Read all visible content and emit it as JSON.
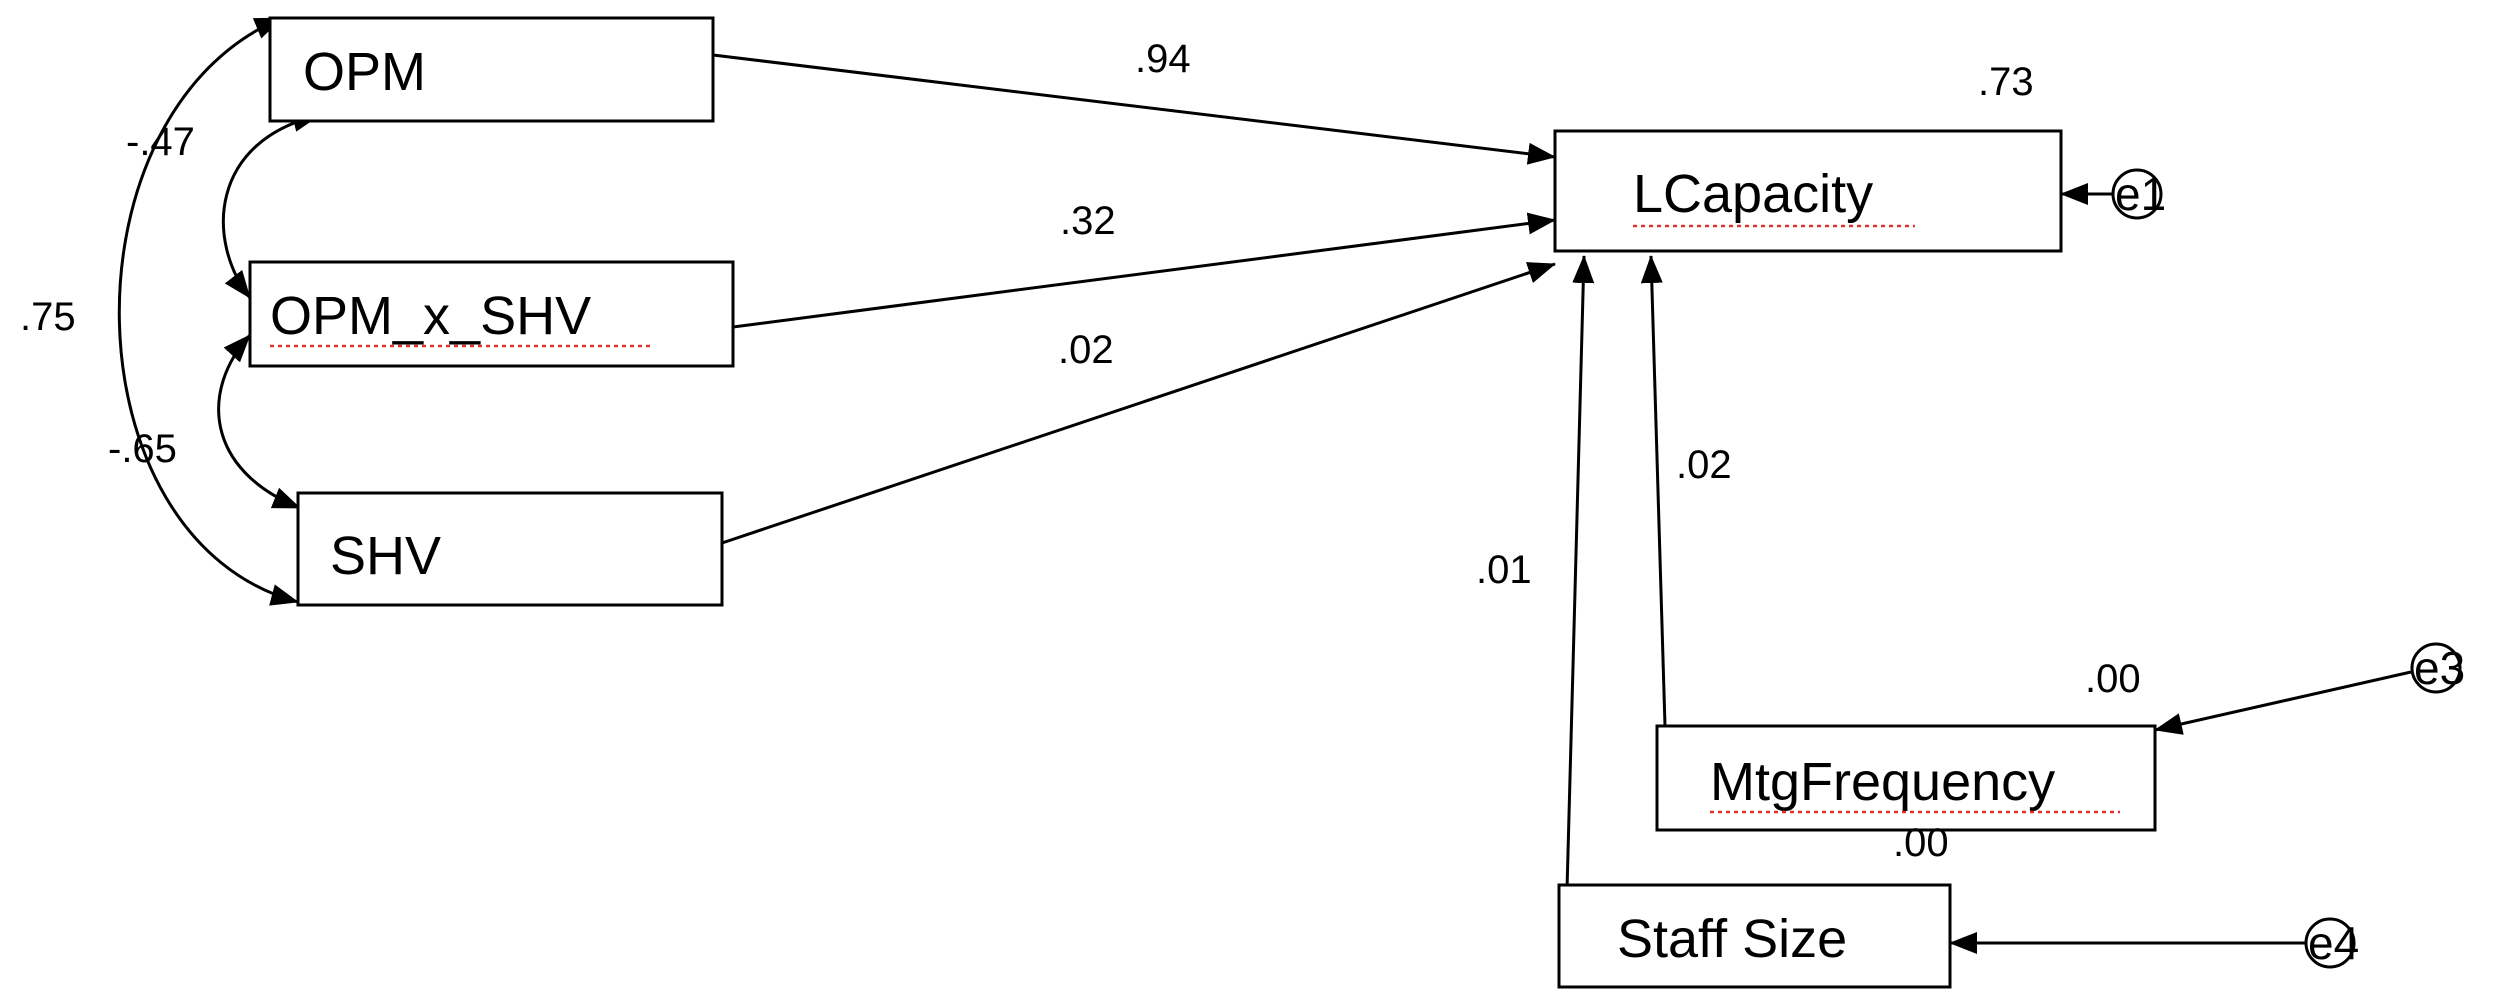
{
  "nodes": {
    "opm": "OPM",
    "opm_x_shv": "OPM_x_SHV",
    "shv": "SHV",
    "lcapacity": "LCapacity",
    "mtg_frequency": "MtgFrequency",
    "staff_size": "Staff Size"
  },
  "errors": {
    "e1": "e1",
    "e3": "e3",
    "e4": "e4"
  },
  "coefficients": {
    "opm_to_lcapacity": ".94",
    "opm_x_shv_to_lcapacity": ".32",
    "shv_to_lcapacity": ".02",
    "mtg_to_lcapacity": ".02",
    "staff_to_lcapacity": ".01",
    "r2_lcapacity": ".73",
    "r2_mtg_frequency": ".00",
    "r2_staff_size": ".00",
    "cov_opm_opm_x_shv": "-.47",
    "cov_opm_shv": ".75",
    "cov_opm_x_shv_shv": "-.65"
  }
}
